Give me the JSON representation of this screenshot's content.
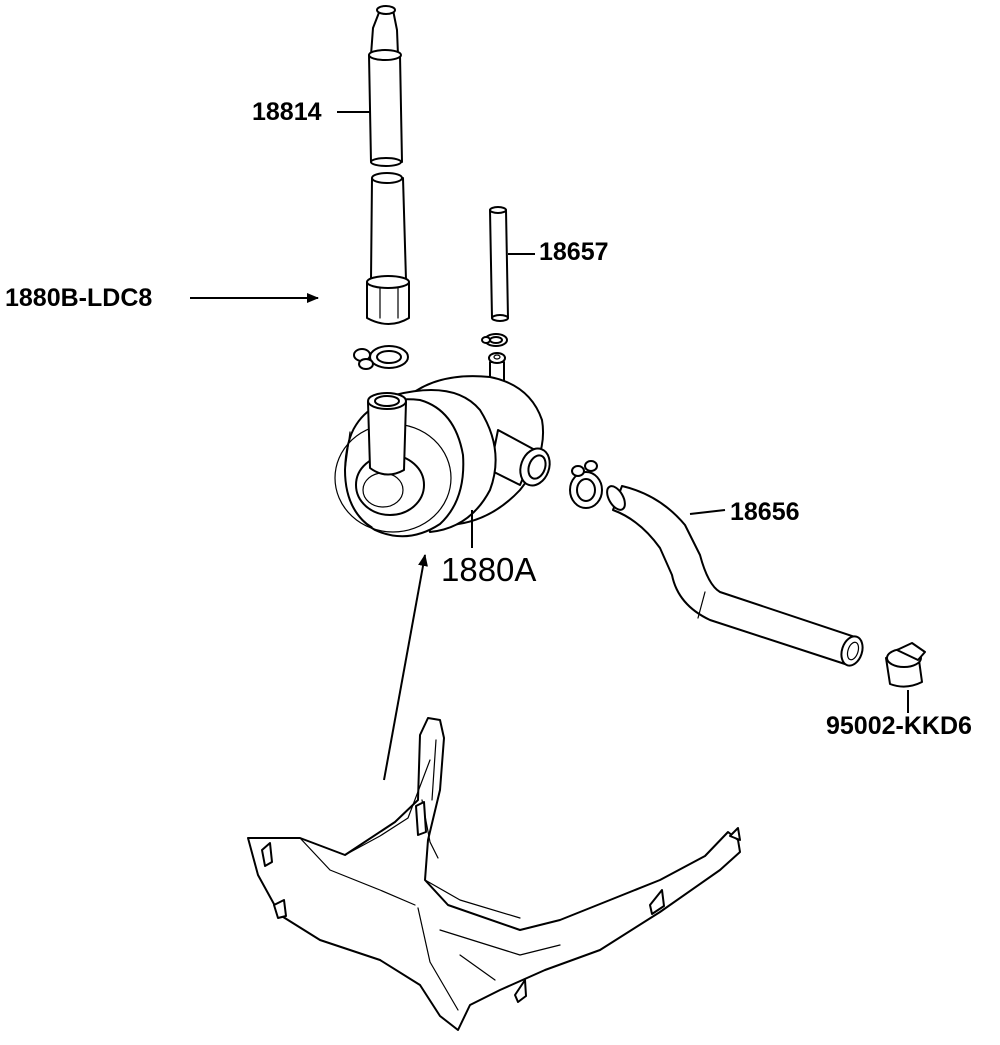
{
  "parts": [
    {
      "id": "p18814",
      "label": "18814"
    },
    {
      "id": "p1880b",
      "label": "1880B-LDC8"
    },
    {
      "id": "p18657",
      "label": "18657"
    },
    {
      "id": "p1880a",
      "label": "1880A"
    },
    {
      "id": "p18656",
      "label": "18656"
    },
    {
      "id": "p95002",
      "label": "95002-KKD6"
    }
  ],
  "colors": {
    "line": "#000000",
    "background": "#ffffff"
  }
}
